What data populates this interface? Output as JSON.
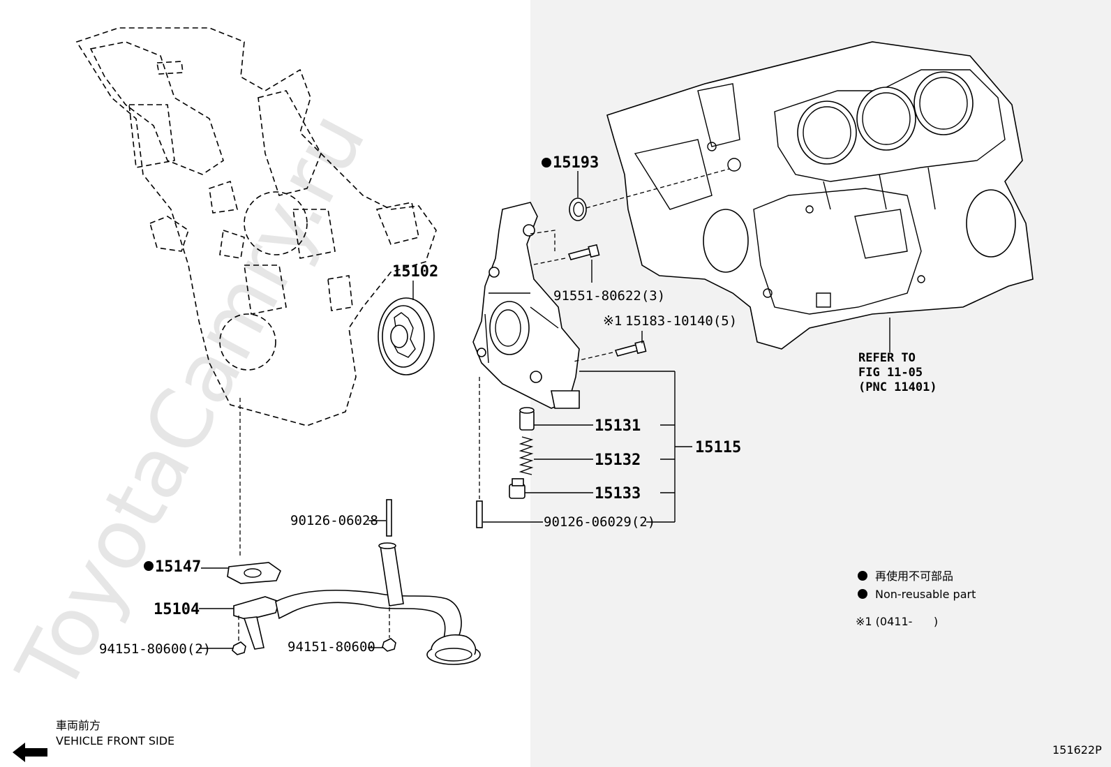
{
  "parts": {
    "p15193": "15193",
    "p15102": "15102",
    "p91551": "91551-80622(3)",
    "p15183": "15183-10140(5)",
    "p15183_mark": "※1",
    "p15131": "15131",
    "p15132": "15132",
    "p15133": "15133",
    "p15115": "15115",
    "p90126_06029": "90126-06029(2)",
    "p90126_06028": "90126-06028",
    "p15147": "15147",
    "p15104": "15104",
    "p94151_2": "94151-80600(2)",
    "p94151": "94151-80600"
  },
  "refer": {
    "line1": "REFER TO",
    "line2": "FIG 11-05",
    "line3": "(PNC 11401)"
  },
  "legend": {
    "jp": "再使用不可部品",
    "en": "Non-reusable part",
    "note": "※1 (0411-      )"
  },
  "direction": {
    "jp": "車両前方",
    "en": "VEHICLE FRONT SIDE"
  },
  "watermark": "ToyotaCamry.ru",
  "figure_code": "151622P",
  "colors": {
    "right_panel": "#f2f2f2",
    "watermark": "#e6e6e6",
    "ink": "#000000"
  }
}
